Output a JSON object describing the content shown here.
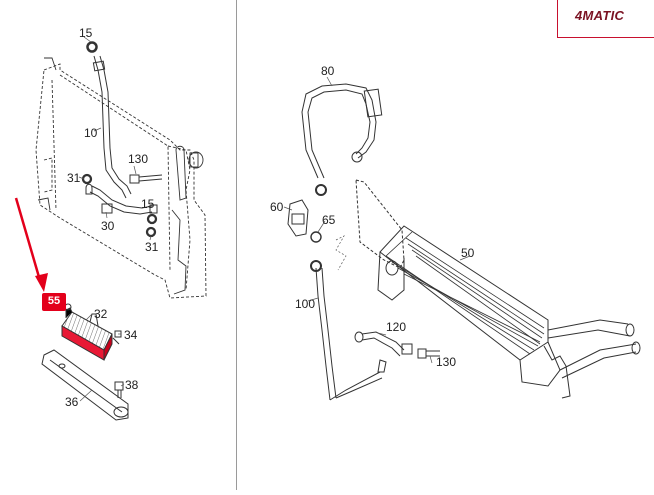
{
  "badge": {
    "text": "4MATIC",
    "color": "#c8102e"
  },
  "highlight": {
    "label": "55",
    "color": "#e3001b"
  },
  "callouts": [
    {
      "id": "c15a",
      "text": "15"
    },
    {
      "id": "c10",
      "text": "10"
    },
    {
      "id": "c130a",
      "text": "130"
    },
    {
      "id": "c31a",
      "text": "31"
    },
    {
      "id": "c15b",
      "text": "15"
    },
    {
      "id": "c30",
      "text": "30"
    },
    {
      "id": "c31b",
      "text": "31"
    },
    {
      "id": "c32",
      "text": "32"
    },
    {
      "id": "c34",
      "text": "34"
    },
    {
      "id": "c38",
      "text": "38"
    },
    {
      "id": "c36",
      "text": "36"
    },
    {
      "id": "c80",
      "text": "80"
    },
    {
      "id": "c60",
      "text": "60"
    },
    {
      "id": "c65",
      "text": "65"
    },
    {
      "id": "c50",
      "text": "50"
    },
    {
      "id": "c100",
      "text": "100"
    },
    {
      "id": "c120",
      "text": "120"
    },
    {
      "id": "c130b",
      "text": "130"
    }
  ]
}
